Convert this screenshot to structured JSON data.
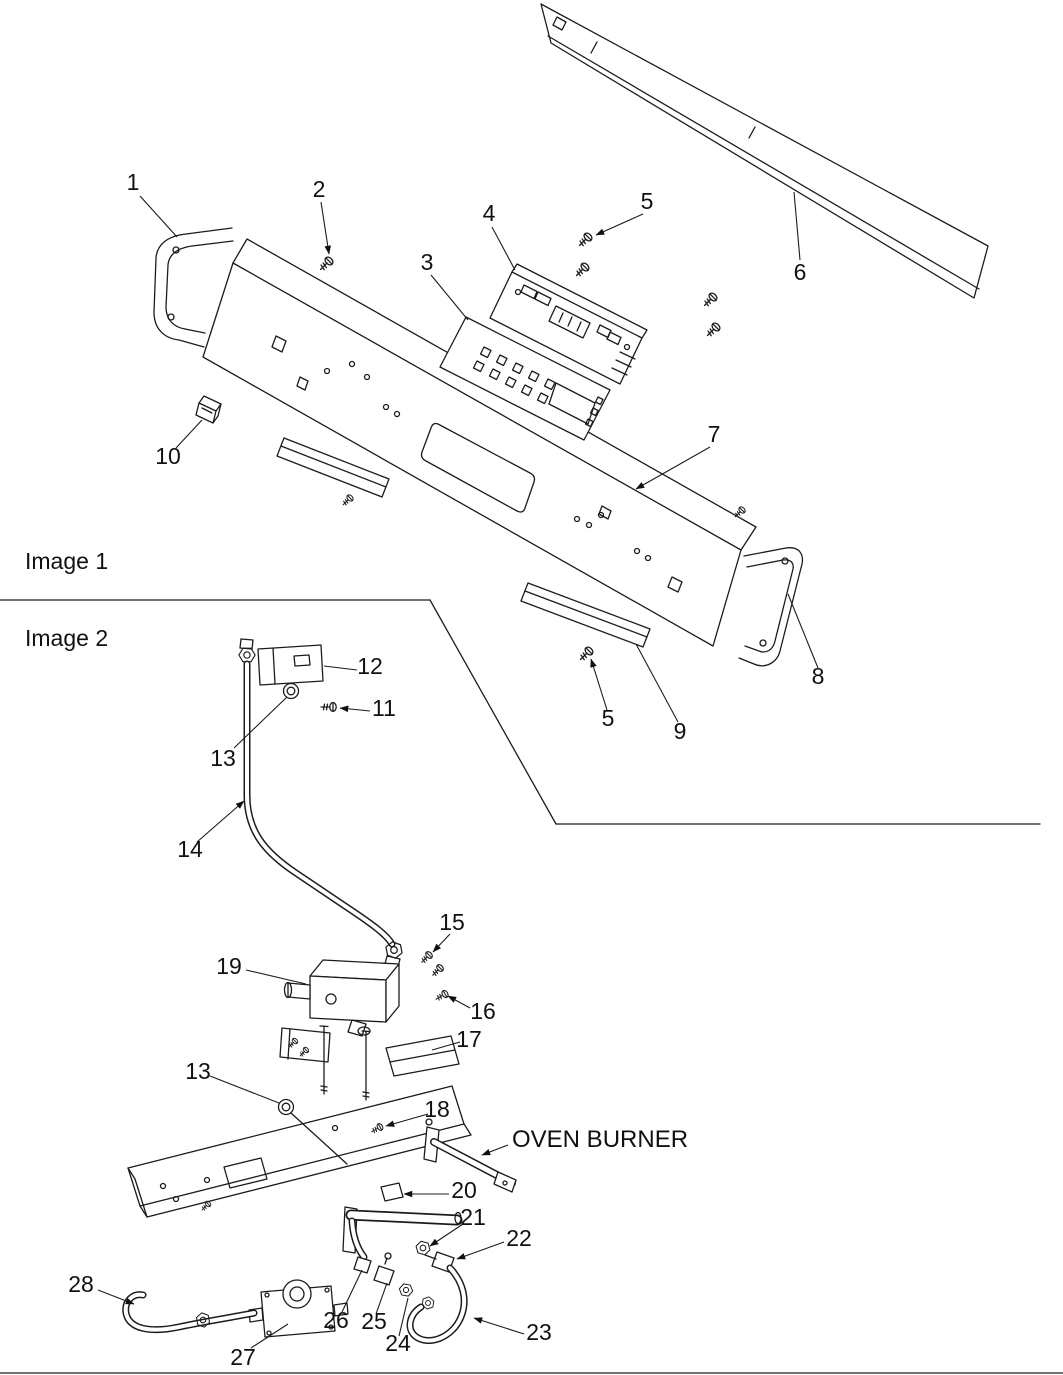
{
  "page": {
    "background": "#ffffff",
    "line_color": "#1c1c1c"
  },
  "sections": {
    "image1_label": "Image 1",
    "image2_label": "Image 2"
  },
  "annotations": {
    "oven_burner_label": "OVEN BURNER"
  },
  "callouts": [
    {
      "ref": "part-1-end-cap-left",
      "num": "1"
    },
    {
      "ref": "part-2-screw",
      "num": "2"
    },
    {
      "ref": "part-3-overlay",
      "num": "3"
    },
    {
      "ref": "part-4-control-board",
      "num": "4"
    },
    {
      "ref": "part-5-screw-top",
      "num": "5"
    },
    {
      "ref": "part-6-top-trim",
      "num": "6"
    },
    {
      "ref": "part-7-backguard-panel",
      "num": "7"
    },
    {
      "ref": "part-8-end-cap-right",
      "num": "8"
    },
    {
      "ref": "part-9-trim-strip",
      "num": "9"
    },
    {
      "ref": "part-10-switch",
      "num": "10"
    },
    {
      "ref": "part-5-screw-bottom",
      "num": "5"
    },
    {
      "ref": "part-11-screw",
      "num": "11"
    },
    {
      "ref": "part-12-bracket",
      "num": "12"
    },
    {
      "ref": "part-13-grommet-top",
      "num": "13"
    },
    {
      "ref": "part-14-tube",
      "num": "14"
    },
    {
      "ref": "part-15-screw",
      "num": "15"
    },
    {
      "ref": "part-16-screw",
      "num": "16"
    },
    {
      "ref": "part-17-bracket",
      "num": "17"
    },
    {
      "ref": "part-13-grommet-bottom",
      "num": "13"
    },
    {
      "ref": "part-18-screw",
      "num": "18"
    },
    {
      "ref": "part-19-gas-valve",
      "num": "19"
    },
    {
      "ref": "part-20-bracket",
      "num": "20"
    },
    {
      "ref": "part-21-nut",
      "num": "21"
    },
    {
      "ref": "part-22-elbow",
      "num": "22"
    },
    {
      "ref": "part-23-hose",
      "num": "23"
    },
    {
      "ref": "part-24-nut",
      "num": "24"
    },
    {
      "ref": "part-25-shutoff",
      "num": "25"
    },
    {
      "ref": "part-26-fitting",
      "num": "26"
    },
    {
      "ref": "part-27-regulator",
      "num": "27"
    },
    {
      "ref": "part-28-hose",
      "num": "28"
    }
  ]
}
